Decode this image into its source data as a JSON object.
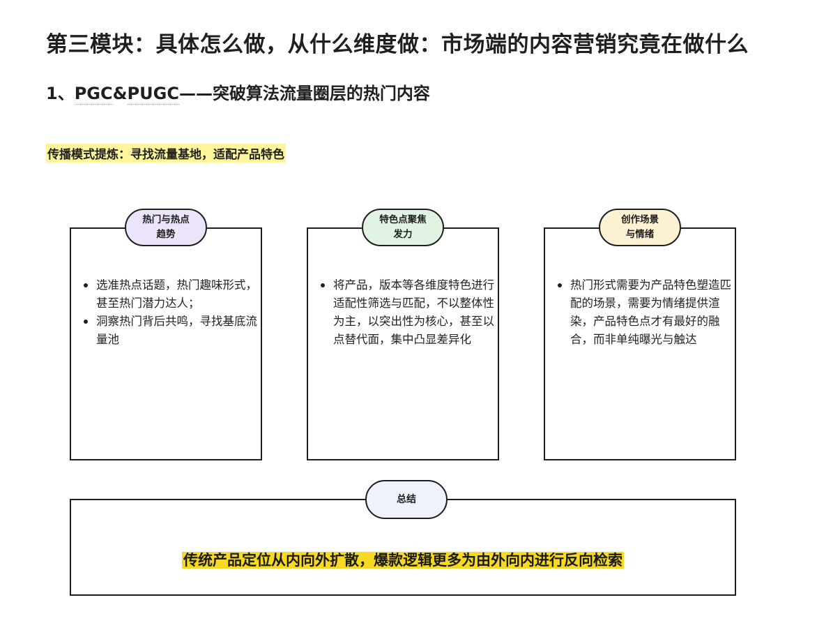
{
  "header": {
    "page_title": "第三模块：具体怎么做，从什么维度做：市场端的内容营销究竟在做什么",
    "section_number": "1、",
    "section_term_1": "PGC",
    "section_amp": "&",
    "section_term_2": "PUGC",
    "section_rest": "——突破算法流量圈层的热门内容",
    "subtitle": "传播模式提炼：寻找流量基地，适配产品特色"
  },
  "cards": [
    {
      "tag_lines": [
        "热门与热点",
        "趋势"
      ],
      "tag_color": "#ebe4fb",
      "bullets": [
        "选准热点话题，热门趣味形式，甚至热门潜力达人；",
        "洞察热门背后共鸣，寻找基底流量池"
      ]
    },
    {
      "tag_lines": [
        "特色点聚焦",
        "发力"
      ],
      "tag_color": "#e1f3e3",
      "bullets": [
        "将产品，版本等各维度特色进行适配性筛选与匹配，不以整体性为主，以突出性为核心，甚至以点替代面，集中凸显差异化"
      ]
    },
    {
      "tag_lines": [
        "创作场景",
        "与情绪"
      ],
      "tag_color": "#fdf1d4",
      "bullets": [
        "热门形式需要为产品特色塑造匹配的场景，需要为情绪提供渲染，产品特色点才有最好的融合，而非单纯曝光与触达"
      ]
    }
  ],
  "summary": {
    "tag": "总结",
    "tag_color": "#eef2fb",
    "text": "传统产品定位从内向外扩散，爆款逻辑更多为由外向内进行反向检索",
    "highlight_color": "#f5d922"
  }
}
